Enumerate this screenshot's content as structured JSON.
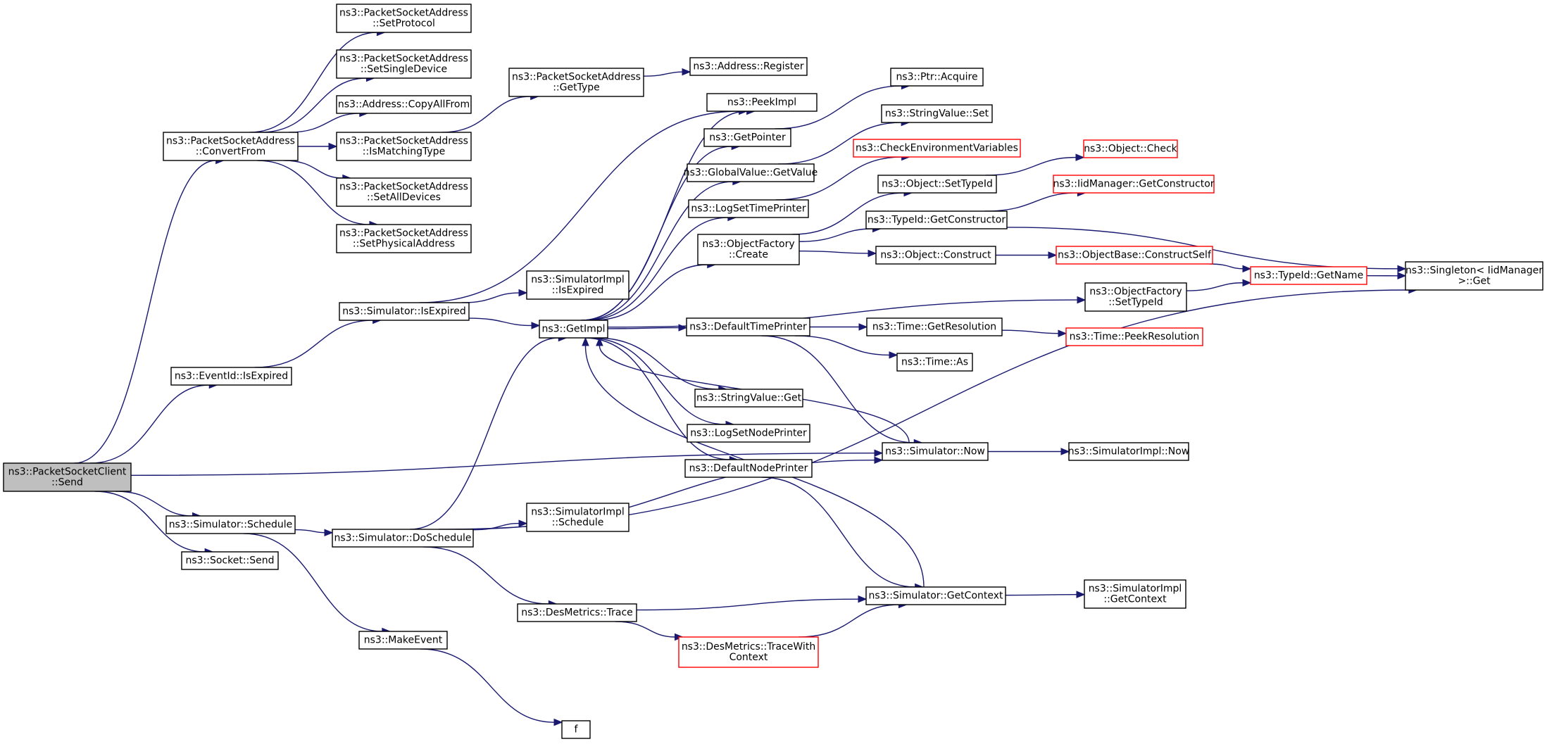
{
  "colors": {
    "edge": "#191970",
    "node_border": "#000000",
    "node_border_incomplete": "#ff0000",
    "root_fill": "#bfbfbf",
    "node_fill": "#ffffff"
  },
  "nodes": [
    {
      "id": "send",
      "lines": [
        "ns3::PacketSocketClient",
        "::Send"
      ],
      "root": true
    },
    {
      "id": "convertfrom",
      "lines": [
        "ns3::PacketSocketAddress",
        "::ConvertFrom"
      ]
    },
    {
      "id": "setprotocol",
      "lines": [
        "ns3::PacketSocketAddress",
        "::SetProtocol"
      ]
    },
    {
      "id": "setsingledevice",
      "lines": [
        "ns3::PacketSocketAddress",
        "::SetSingleDevice"
      ]
    },
    {
      "id": "copyallfrom",
      "lines": [
        "ns3::Address::CopyAllFrom"
      ]
    },
    {
      "id": "ismatchingtype",
      "lines": [
        "ns3::PacketSocketAddress",
        "::IsMatchingType"
      ]
    },
    {
      "id": "setalldevices",
      "lines": [
        "ns3::PacketSocketAddress",
        "::SetAllDevices"
      ]
    },
    {
      "id": "setphysicaladdress",
      "lines": [
        "ns3::PacketSocketAddress",
        "::SetPhysicalAddress"
      ]
    },
    {
      "id": "gettype",
      "lines": [
        "ns3::PacketSocketAddress",
        "::GetType"
      ]
    },
    {
      "id": "register",
      "lines": [
        "ns3::Address::Register"
      ]
    },
    {
      "id": "eventid_isexpired",
      "lines": [
        "ns3::EventId::IsExpired"
      ]
    },
    {
      "id": "sim_isexpired",
      "lines": [
        "ns3::Simulator::IsExpired"
      ]
    },
    {
      "id": "simimpl_isexpired",
      "lines": [
        "ns3::SimulatorImpl",
        "::IsExpired"
      ]
    },
    {
      "id": "getimpl",
      "lines": [
        "ns3::GetImpl"
      ]
    },
    {
      "id": "peekimpl",
      "lines": [
        "ns3::PeekImpl"
      ]
    },
    {
      "id": "getpointer",
      "lines": [
        "ns3::GetPointer"
      ]
    },
    {
      "id": "ptr_acquire",
      "lines": [
        "ns3::Ptr::Acquire"
      ]
    },
    {
      "id": "globalvalue_getvalue",
      "lines": [
        "ns3::GlobalValue::GetValue"
      ]
    },
    {
      "id": "stringvalue_set",
      "lines": [
        "ns3::StringValue::Set"
      ]
    },
    {
      "id": "checkenv",
      "lines": [
        "ns3::CheckEnvironmentVariables"
      ],
      "incomplete": true
    },
    {
      "id": "logsettimeprinter",
      "lines": [
        "ns3::LogSetTimePrinter"
      ]
    },
    {
      "id": "object_settypeid",
      "lines": [
        "ns3::Object::SetTypeId"
      ]
    },
    {
      "id": "object_check",
      "lines": [
        "ns3::Object::Check"
      ],
      "incomplete": true
    },
    {
      "id": "objfactory_create",
      "lines": [
        "ns3::ObjectFactory",
        "::Create"
      ]
    },
    {
      "id": "typeid_getconstructor",
      "lines": [
        "ns3::TypeId::GetConstructor"
      ]
    },
    {
      "id": "iidmanager_getconstructor",
      "lines": [
        "ns3::IidManager::GetConstructor"
      ],
      "incomplete": true
    },
    {
      "id": "object_construct",
      "lines": [
        "ns3::Object::Construct"
      ]
    },
    {
      "id": "objectbase_constructself",
      "lines": [
        "ns3::ObjectBase::ConstructSelf"
      ],
      "incomplete": true
    },
    {
      "id": "typeid_getname",
      "lines": [
        "ns3::TypeId::GetName"
      ],
      "incomplete": true
    },
    {
      "id": "singleton_get",
      "lines": [
        "ns3::Singleton< IidManager",
        ">::Get"
      ]
    },
    {
      "id": "objfactory_settypeid",
      "lines": [
        "ns3::ObjectFactory",
        "::SetTypeId"
      ]
    },
    {
      "id": "defaulttimeprinter",
      "lines": [
        "ns3::DefaultTimePrinter"
      ]
    },
    {
      "id": "time_getresolution",
      "lines": [
        "ns3::Time::GetResolution"
      ]
    },
    {
      "id": "time_peekresolution",
      "lines": [
        "ns3::Time::PeekResolution"
      ],
      "incomplete": true
    },
    {
      "id": "time_as",
      "lines": [
        "ns3::Time::As"
      ]
    },
    {
      "id": "stringvalue_get",
      "lines": [
        "ns3::StringValue::Get"
      ]
    },
    {
      "id": "logsetnodeprinter",
      "lines": [
        "ns3::LogSetNodePrinter"
      ]
    },
    {
      "id": "defaultnodeprinter",
      "lines": [
        "ns3::DefaultNodePrinter"
      ]
    },
    {
      "id": "sim_now",
      "lines": [
        "ns3::Simulator::Now"
      ]
    },
    {
      "id": "simimpl_now",
      "lines": [
        "ns3::SimulatorImpl::Now"
      ]
    },
    {
      "id": "sim_schedule",
      "lines": [
        "ns3::Simulator::Schedule"
      ]
    },
    {
      "id": "sim_doschedule",
      "lines": [
        "ns3::Simulator::DoSchedule"
      ]
    },
    {
      "id": "simimpl_schedule",
      "lines": [
        "ns3::SimulatorImpl",
        "::Schedule"
      ]
    },
    {
      "id": "socket_send",
      "lines": [
        "ns3::Socket::Send"
      ]
    },
    {
      "id": "desmetrics_trace",
      "lines": [
        "ns3::DesMetrics::Trace"
      ]
    },
    {
      "id": "desmetrics_tracewithcontext",
      "lines": [
        "ns3::DesMetrics::TraceWith",
        "Context"
      ],
      "incomplete": true
    },
    {
      "id": "sim_getcontext",
      "lines": [
        "ns3::Simulator::GetContext"
      ]
    },
    {
      "id": "simimpl_getcontext",
      "lines": [
        "ns3::SimulatorImpl",
        "::GetContext"
      ]
    },
    {
      "id": "makeevent",
      "lines": [
        "ns3::MakeEvent"
      ]
    },
    {
      "id": "f",
      "lines": [
        "f"
      ]
    }
  ],
  "edges": [
    [
      "send",
      "convertfrom"
    ],
    [
      "send",
      "eventid_isexpired"
    ],
    [
      "send",
      "sim_now"
    ],
    [
      "send",
      "sim_schedule"
    ],
    [
      "send",
      "socket_send"
    ],
    [
      "convertfrom",
      "setprotocol"
    ],
    [
      "convertfrom",
      "setsingledevice"
    ],
    [
      "convertfrom",
      "copyallfrom"
    ],
    [
      "convertfrom",
      "ismatchingtype"
    ],
    [
      "convertfrom",
      "setalldevices"
    ],
    [
      "convertfrom",
      "setphysicaladdress"
    ],
    [
      "ismatchingtype",
      "gettype"
    ],
    [
      "gettype",
      "register"
    ],
    [
      "eventid_isexpired",
      "sim_isexpired"
    ],
    [
      "sim_isexpired",
      "peekimpl"
    ],
    [
      "sim_isexpired",
      "simimpl_isexpired"
    ],
    [
      "sim_isexpired",
      "getimpl"
    ],
    [
      "getimpl",
      "peekimpl"
    ],
    [
      "getimpl",
      "getpointer"
    ],
    [
      "getimpl",
      "globalvalue_getvalue"
    ],
    [
      "getimpl",
      "logsettimeprinter"
    ],
    [
      "getimpl",
      "objfactory_create"
    ],
    [
      "getimpl",
      "objfactory_settypeid"
    ],
    [
      "getimpl",
      "defaulttimeprinter"
    ],
    [
      "getimpl",
      "stringvalue_get"
    ],
    [
      "getimpl",
      "logsetnodeprinter"
    ],
    [
      "getimpl",
      "defaultnodeprinter"
    ],
    [
      "getpointer",
      "ptr_acquire"
    ],
    [
      "globalvalue_getvalue",
      "stringvalue_set"
    ],
    [
      "logsettimeprinter",
      "checkenv"
    ],
    [
      "objfactory_create",
      "object_settypeid"
    ],
    [
      "objfactory_create",
      "typeid_getconstructor"
    ],
    [
      "objfactory_create",
      "object_construct"
    ],
    [
      "object_settypeid",
      "object_check"
    ],
    [
      "typeid_getconstructor",
      "iidmanager_getconstructor"
    ],
    [
      "typeid_getconstructor",
      "singleton_get"
    ],
    [
      "object_construct",
      "objectbase_constructself"
    ],
    [
      "objectbase_constructself",
      "typeid_getname"
    ],
    [
      "objfactory_settypeid",
      "typeid_getname"
    ],
    [
      "typeid_getname",
      "singleton_get"
    ],
    [
      "defaulttimeprinter",
      "time_getresolution"
    ],
    [
      "defaulttimeprinter",
      "time_as"
    ],
    [
      "defaulttimeprinter",
      "sim_now"
    ],
    [
      "time_getresolution",
      "time_peekresolution"
    ],
    [
      "sim_now",
      "getimpl"
    ],
    [
      "sim_now",
      "simimpl_now"
    ],
    [
      "defaultnodeprinter",
      "sim_getcontext"
    ],
    [
      "sim_schedule",
      "sim_doschedule"
    ],
    [
      "sim_schedule",
      "makeevent"
    ],
    [
      "sim_doschedule",
      "getimpl"
    ],
    [
      "sim_doschedule",
      "simimpl_schedule"
    ],
    [
      "sim_doschedule",
      "sim_now"
    ],
    [
      "sim_doschedule",
      "desmetrics_trace"
    ],
    [
      "sim_doschedule",
      "singleton_get"
    ],
    [
      "desmetrics_trace",
      "sim_getcontext"
    ],
    [
      "desmetrics_trace",
      "desmetrics_tracewithcontext"
    ],
    [
      "desmetrics_tracewithcontext",
      "sim_getcontext"
    ],
    [
      "sim_getcontext",
      "getimpl"
    ],
    [
      "sim_getcontext",
      "simimpl_getcontext"
    ],
    [
      "makeevent",
      "f"
    ]
  ]
}
